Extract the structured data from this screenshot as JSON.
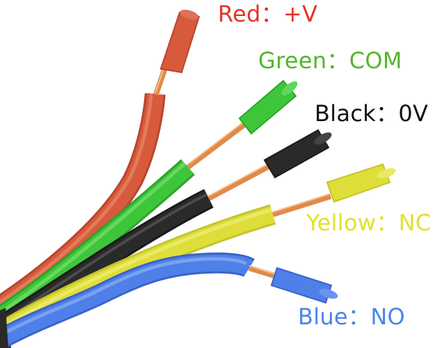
{
  "wires": [
    {
      "id": "red",
      "label": "Red：+V",
      "color_name": "Red",
      "signal": "+V",
      "color": "#d85a3c",
      "label_color": "#e0342a"
    },
    {
      "id": "green",
      "label": "Green：COM",
      "color_name": "Green",
      "signal": "COM",
      "color": "#3ec63a",
      "label_color": "#55b52e"
    },
    {
      "id": "black",
      "label": "Black：0V",
      "color_name": "Black",
      "signal": "0V",
      "color": "#2a2a2a",
      "label_color": "#111111"
    },
    {
      "id": "yellow",
      "label": "Yellow：NC",
      "color_name": "Yellow",
      "signal": "NC",
      "color": "#dede3a",
      "label_color": "#e3e02b"
    },
    {
      "id": "blue",
      "label": "Blue：NO",
      "color_name": "Blue",
      "signal": "NO",
      "color": "#4f7fe8",
      "label_color": "#4a86ea"
    }
  ],
  "conductor_color": "#e08a4a",
  "cable_jacket_color": "#333333"
}
